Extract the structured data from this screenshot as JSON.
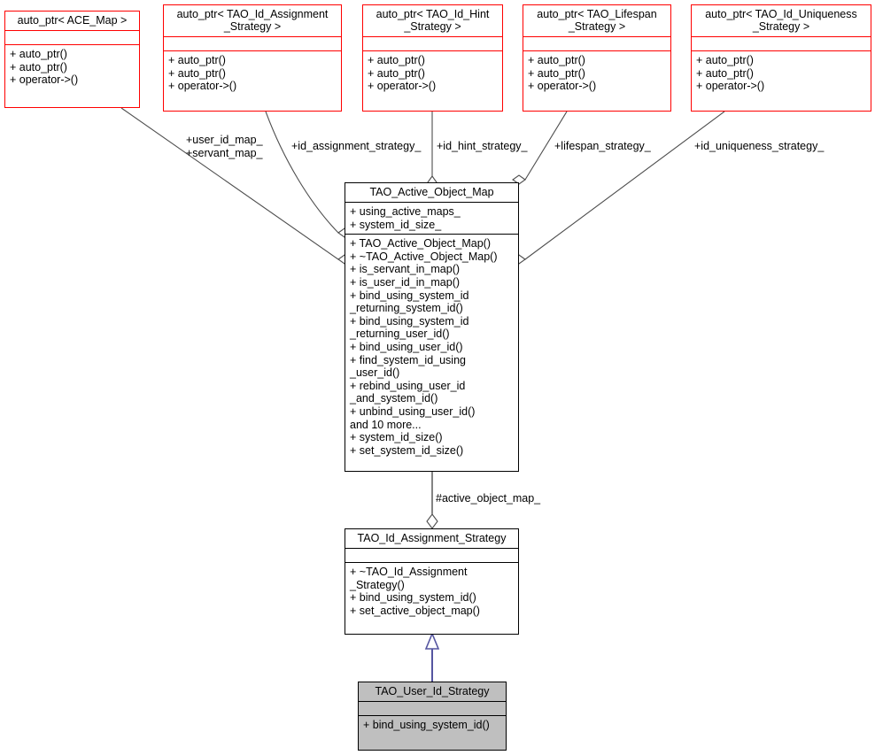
{
  "diagram": {
    "title": "TAO_User_Id_Strategy collaboration diagram",
    "type": "uml-class-diagram"
  },
  "classes": {
    "ace_map_ptr": {
      "name": "auto_ptr< ACE_Map >",
      "attributes": "",
      "operations": "+ auto_ptr()\n+ auto_ptr()\n+ operator->()"
    },
    "id_assignment_ptr": {
      "name": "auto_ptr< TAO_Id_Assignment\n_Strategy >",
      "attributes": "",
      "operations": "+ auto_ptr()\n+ auto_ptr()\n+ operator->()"
    },
    "id_hint_ptr": {
      "name": "auto_ptr< TAO_Id_Hint\n_Strategy >",
      "attributes": "",
      "operations": "+ auto_ptr()\n+ auto_ptr()\n+ operator->()"
    },
    "lifespan_ptr": {
      "name": "auto_ptr< TAO_Lifespan\n_Strategy >",
      "attributes": "",
      "operations": "+ auto_ptr()\n+ auto_ptr()\n+ operator->()"
    },
    "id_uniqueness_ptr": {
      "name": "auto_ptr< TAO_Id_Uniqueness\n_Strategy >",
      "attributes": "",
      "operations": "+ auto_ptr()\n+ auto_ptr()\n+ operator->()"
    },
    "active_object_map": {
      "name": "TAO_Active_Object_Map",
      "attributes": "+ using_active_maps_\n+ system_id_size_",
      "operations": "+ TAO_Active_Object_Map()\n+ ~TAO_Active_Object_Map()\n+ is_servant_in_map()\n+ is_user_id_in_map()\n+ bind_using_system_id\n_returning_system_id()\n+ bind_using_system_id\n_returning_user_id()\n+ bind_using_user_id()\n+ find_system_id_using\n_user_id()\n+ rebind_using_user_id\n_and_system_id()\n+ unbind_using_user_id()\nand 10 more...\n+ system_id_size()\n+ set_system_id_size()"
    },
    "id_assignment_strategy": {
      "name": "TAO_Id_Assignment_Strategy",
      "attributes": "",
      "operations": "+ ~TAO_Id_Assignment\n_Strategy()\n+ bind_using_system_id()\n+ set_active_object_map()"
    },
    "user_id_strategy": {
      "name": "TAO_User_Id_Strategy",
      "attributes": "",
      "operations": "+ bind_using_system_id()"
    }
  },
  "edge_labels": {
    "user_servant_map": "+user_id_map_\n+servant_map_",
    "id_assignment_strategy": "+id_assignment_strategy_",
    "id_hint_strategy": "+id_hint_strategy_",
    "lifespan_strategy": "+lifespan_strategy_",
    "id_uniqueness_strategy": "+id_uniqueness_strategy_",
    "active_object_map": "#active_object_map_"
  },
  "colors": {
    "template_border": "#ff0000",
    "class_border": "#000000",
    "highlight_fill": "#bfbfbf",
    "edge_stroke": "#4d4d4d",
    "inheritance_stroke": "#5555a0",
    "background": "#ffffff"
  }
}
